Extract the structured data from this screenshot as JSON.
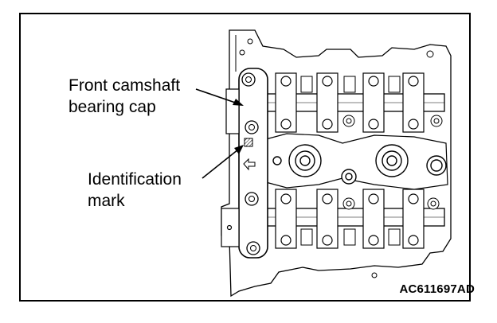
{
  "callouts": {
    "front_cap": "Front camshaft\nbearing cap",
    "identification": "Identification\nmark"
  },
  "figure_code": "AC611697AD"
}
